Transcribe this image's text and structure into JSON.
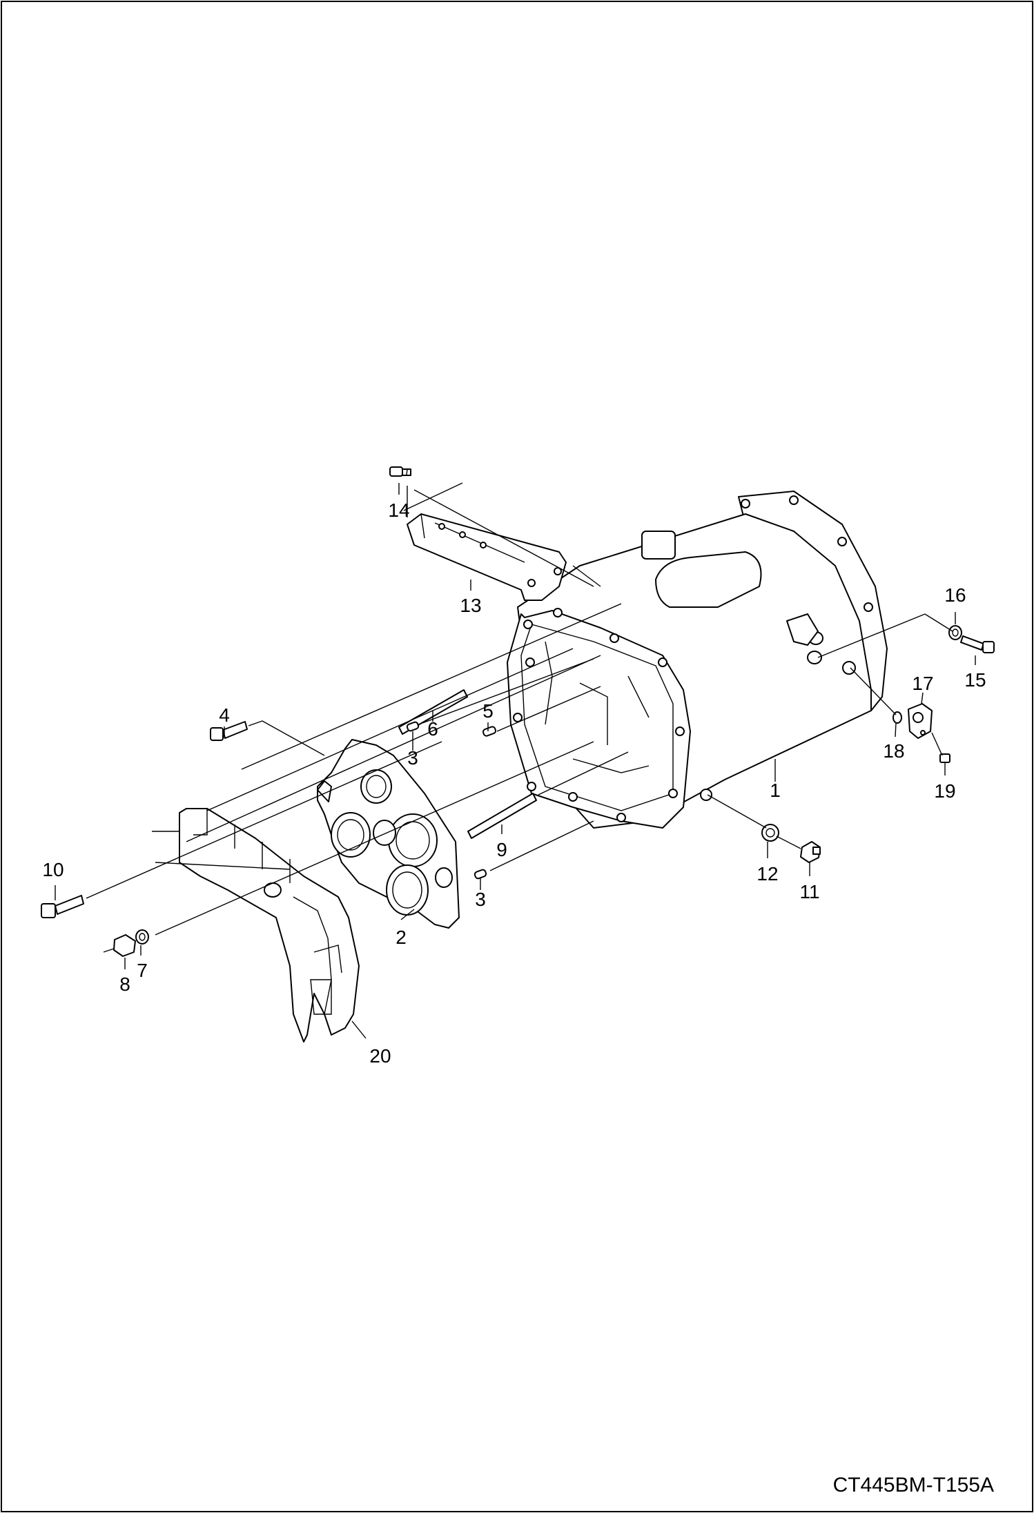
{
  "drawing_code": "CT445BM-T155A",
  "callouts": {
    "c1": "1",
    "c2": "2",
    "c3a": "3",
    "c3b": "3",
    "c4": "4",
    "c5": "5",
    "c6": "6",
    "c7": "7",
    "c8": "8",
    "c9": "9",
    "c10": "10",
    "c11": "11",
    "c12": "12",
    "c13": "13",
    "c14": "14",
    "c15": "15",
    "c16": "16",
    "c17": "17",
    "c18": "18",
    "c19": "19",
    "c20": "20"
  }
}
